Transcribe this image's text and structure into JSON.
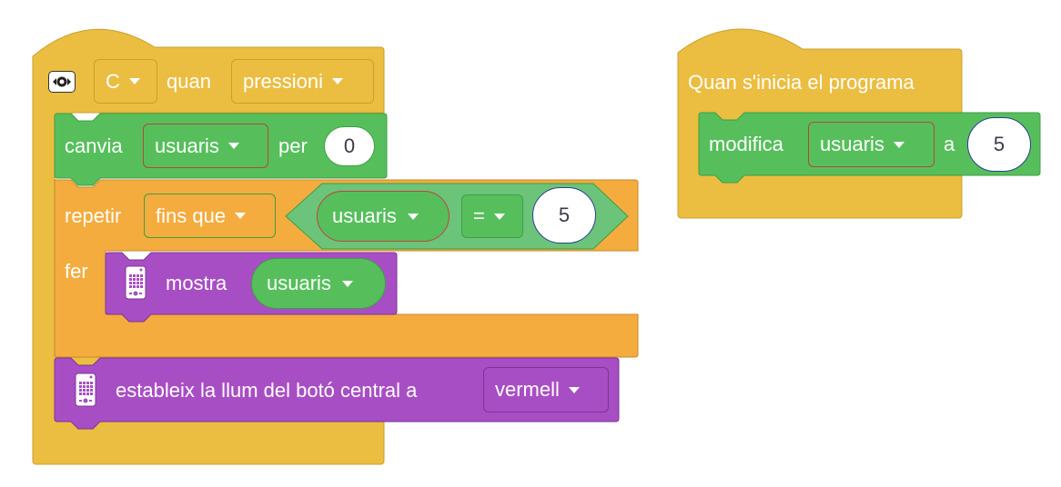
{
  "colors": {
    "events": "#ebbd41",
    "events_border": "#c9a02e",
    "control": "#f4ac3e",
    "control_border": "#c6872a",
    "variables": "#56bf5c",
    "variables_border": "#3e9e44",
    "operators": "#6cc37a",
    "display": "#a84ec4",
    "display_border": "#7e3497",
    "text_dark": "#3a3a4a"
  },
  "script1": {
    "hat": {
      "icon": "center-button-icon",
      "button_value": "C",
      "label_when": "quan",
      "event_value": "pressioni"
    },
    "set_block": {
      "label": "canvia",
      "variable": "usuaris",
      "label_by": "per",
      "value": "0"
    },
    "repeat_block": {
      "label": "repetir",
      "mode": "fins que",
      "label_do": "fer",
      "condition": {
        "left_variable": "usuaris",
        "operator": "=",
        "right_value": "5"
      }
    },
    "show_block": {
      "icon": "hub-icon",
      "label": "mostra",
      "variable": "usuaris"
    },
    "light_block": {
      "icon": "hub-icon",
      "label": "estableix la llum del botó central a",
      "color_value": "vermell"
    }
  },
  "script2": {
    "hat": {
      "label": "Quan s'inicia el programa"
    },
    "set_block": {
      "label": "modifica",
      "variable": "usuaris",
      "label_to": "a",
      "value": "5"
    }
  }
}
